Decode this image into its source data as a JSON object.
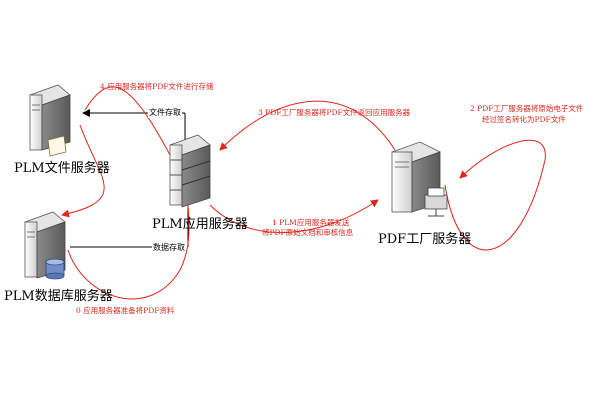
{
  "nodes": {
    "file_server": {
      "label": "PLM文件服务器"
    },
    "db_server": {
      "label": "PLM数据库服务器"
    },
    "app_server": {
      "label": "PLM应用服务器"
    },
    "pdf_server": {
      "label": "PDF工厂服务器"
    }
  },
  "edges": {
    "file_storage": "文件存取",
    "data_storage": "数据存取"
  },
  "steps": {
    "s0": "0  应用服务器准备将PDF资料",
    "s1_line1": "1  PLM应用服务器发送",
    "s1_line2": "将PDF原始文档和审核信息",
    "s2_line1": "2  PDF工厂服务器将原始电子文件",
    "s2_line2": "经过签名转化为PDF文件",
    "s3": "3  PDF工厂服务器将PDF文件返回应用服务器",
    "s4": "4  应用服务器将PDF文件进行存储"
  },
  "colors": {
    "flow": "#e0261c",
    "connector": "#000000",
    "server_light": "#f2f2f2",
    "server_dark": "#9a9a9a"
  }
}
